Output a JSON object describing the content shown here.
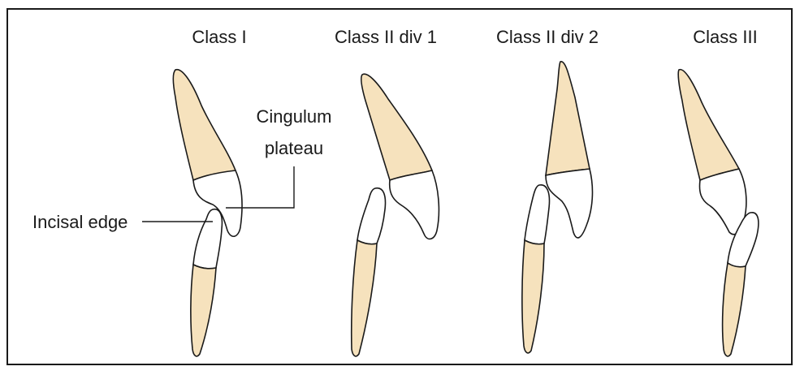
{
  "figure": {
    "classes": [
      {
        "id": "class-1",
        "title": "Class I"
      },
      {
        "id": "class-2-div-1",
        "title": "Class II div 1"
      },
      {
        "id": "class-2-div-2",
        "title": "Class II div 2"
      },
      {
        "id": "class-3",
        "title": "Class III"
      }
    ],
    "annotations": {
      "cingulum_line1": "Cingulum",
      "cingulum_line2": "plateau",
      "incisal_edge": "Incisal edge"
    },
    "colors": {
      "root": "#f6e2bd",
      "crown": "#ffffff",
      "outline": "#1a1a1a",
      "border": "#1a1a1a"
    }
  }
}
